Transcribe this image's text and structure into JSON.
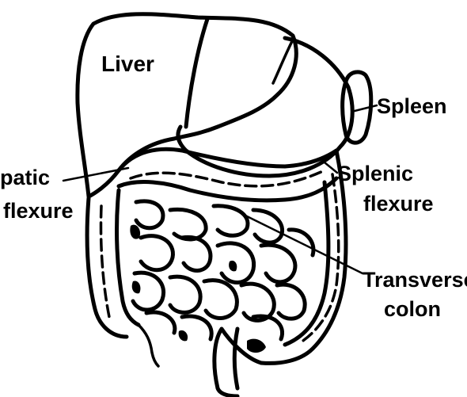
{
  "labels": {
    "liver": "Liver",
    "spleen": "Spleen",
    "hepatic_line1": "patic",
    "hepatic_line2": "flexure",
    "splenic_line1": "Splenic",
    "splenic_line2": "flexure",
    "transverse_line1": "Transverse",
    "transverse_line2": "colon"
  }
}
